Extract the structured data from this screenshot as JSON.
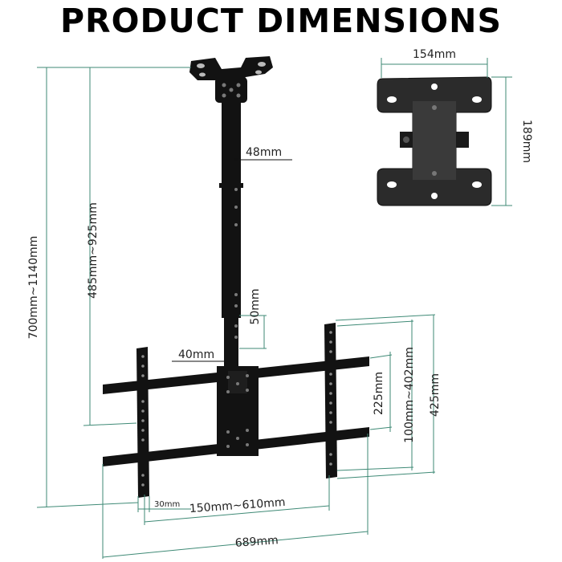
{
  "title": "PRODUCT DIMENSIONS",
  "colors": {
    "dimension_line": "#3f8a76",
    "metal": "#121212",
    "plate": "#2b2b2b"
  },
  "dimensions": {
    "plate_width": "154mm",
    "plate_height": "189mm",
    "pole_diameter": "48mm",
    "hole_spacing": "50mm",
    "inner_tube": "40mm",
    "total_height": "700mm~1140mm",
    "pole_height": "485mm~925mm",
    "rail_spacing": "225mm",
    "vesa_vertical": "100mm~402mm",
    "arm_height": "425mm",
    "arm_width": "30mm",
    "vesa_horizontal": "150mm~610mm",
    "total_width": "689mm"
  }
}
